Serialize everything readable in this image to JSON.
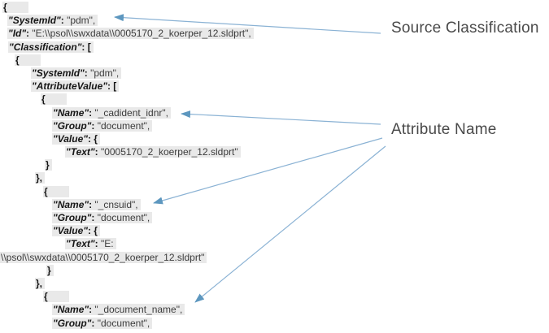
{
  "annotations": [
    {
      "id": "source-classification",
      "text": "Source Classification"
    },
    {
      "id": "attribute-name",
      "text": "Attribute Name"
    }
  ],
  "colors": {
    "page_background": "#ffffff",
    "code_highlight_bg": "#e9e9e9",
    "key_text": "#161616",
    "value_text": "#3d3d3d",
    "annotation_text": "#4a4a4a",
    "arrow_line": "#8ab2d4",
    "arrow_head": "#5d97bf"
  },
  "code": {
    "language": "json",
    "lines": [
      {
        "indent": 3,
        "segments": [
          {
            "s": "p",
            "t": "{"
          }
        ]
      },
      {
        "indent": 9,
        "segments": [
          {
            "s": "k",
            "t": "\"SystemId\""
          },
          {
            "s": "p",
            "t": ":"
          },
          {
            "s": "v",
            "t": " \"pdm\","
          }
        ]
      },
      {
        "indent": 9,
        "segments": [
          {
            "s": "k",
            "t": "\"Id\""
          },
          {
            "s": "p",
            "t": ":"
          },
          {
            "s": "v",
            "t": " \"E:\\\\psol\\\\swxdata\\\\0005170_2_koerper_12.sldprt\","
          }
        ]
      },
      {
        "indent": 10,
        "segments": [
          {
            "s": "k",
            "t": "\"Classification\""
          },
          {
            "s": "p",
            "t": ": ["
          }
        ]
      },
      {
        "indent": 18,
        "segments": [
          {
            "s": "p",
            "t": "{"
          }
        ]
      },
      {
        "indent": 38,
        "segments": [
          {
            "s": "k",
            "t": "\"SystemId\""
          },
          {
            "s": "p",
            "t": ":"
          },
          {
            "s": "v",
            "t": " \"pdm\","
          }
        ]
      },
      {
        "indent": 38,
        "segments": [
          {
            "s": "k",
            "t": "\"AttributeValue\""
          },
          {
            "s": "p",
            "t": ": ["
          }
        ]
      },
      {
        "indent": 50,
        "segments": [
          {
            "s": "p",
            "t": "{"
          }
        ]
      },
      {
        "indent": 64,
        "segments": [
          {
            "s": "k",
            "t": "\"Name\""
          },
          {
            "s": "p",
            "t": ":"
          },
          {
            "s": "v",
            "t": " \"_cadident_idnr\","
          }
        ]
      },
      {
        "indent": 64,
        "segments": [
          {
            "s": "k",
            "t": "\"Group\""
          },
          {
            "s": "p",
            "t": ":"
          },
          {
            "s": "v",
            "t": " \"document\","
          }
        ]
      },
      {
        "indent": 64,
        "segments": [
          {
            "s": "k",
            "t": "\"Value\""
          },
          {
            "s": "p",
            "t": ": {"
          }
        ]
      },
      {
        "indent": 80,
        "segments": [
          {
            "s": "k",
            "t": "\"Text\""
          },
          {
            "s": "p",
            "t": ":"
          },
          {
            "s": "v",
            "t": " \"0005170_2_koerper_12.sldprt\""
          }
        ]
      },
      {
        "indent": 55,
        "segments": [
          {
            "s": "p",
            "t": "}"
          }
        ]
      },
      {
        "indent": 43,
        "segments": [
          {
            "s": "p",
            "t": "},"
          }
        ]
      },
      {
        "indent": 53,
        "segments": [
          {
            "s": "p",
            "t": "{"
          }
        ]
      },
      {
        "indent": 64,
        "segments": [
          {
            "s": "k",
            "t": "\"Name\""
          },
          {
            "s": "p",
            "t": ":"
          },
          {
            "s": "v",
            "t": " \"_cnsuid\","
          }
        ]
      },
      {
        "indent": 64,
        "segments": [
          {
            "s": "k",
            "t": "\"Group\""
          },
          {
            "s": "p",
            "t": ":"
          },
          {
            "s": "v",
            "t": " \"document\","
          }
        ]
      },
      {
        "indent": 64,
        "segments": [
          {
            "s": "k",
            "t": "\"Value\""
          },
          {
            "s": "p",
            "t": ": {"
          }
        ]
      },
      {
        "indent": 80,
        "segments": [
          {
            "s": "k",
            "t": "\"Text\""
          },
          {
            "s": "p",
            "t": ":"
          },
          {
            "s": "v",
            "t": " \"E:"
          }
        ]
      },
      {
        "indent": 0,
        "segments": [
          {
            "s": "v",
            "t": "\\\\psol\\\\swxdata\\\\0005170_2_koerper_12.sldprt\""
          }
        ]
      },
      {
        "indent": 57,
        "segments": [
          {
            "s": "p",
            "t": "}"
          }
        ]
      },
      {
        "indent": 43,
        "segments": [
          {
            "s": "p",
            "t": "},"
          }
        ]
      },
      {
        "indent": 53,
        "segments": [
          {
            "s": "p",
            "t": "{"
          }
        ]
      },
      {
        "indent": 64,
        "segments": [
          {
            "s": "k",
            "t": "\"Name\""
          },
          {
            "s": "p",
            "t": ":"
          },
          {
            "s": "v",
            "t": " \"_document_name\","
          }
        ]
      },
      {
        "indent": 64,
        "segments": [
          {
            "s": "k",
            "t": "\"Group\""
          },
          {
            "s": "p",
            "t": ":"
          },
          {
            "s": "v",
            "t": " \"document\","
          }
        ]
      }
    ]
  }
}
